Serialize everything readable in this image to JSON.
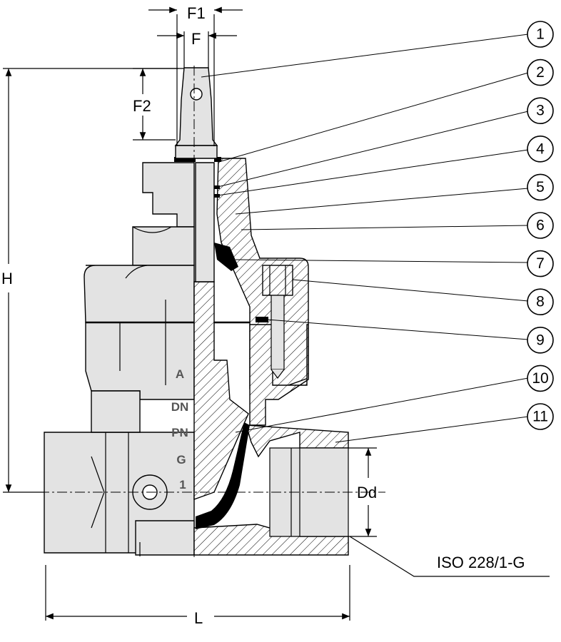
{
  "dimensions": {
    "f1": "F1",
    "f": "F",
    "f2": "F2",
    "h": "H",
    "dd": "Dd",
    "l": "L"
  },
  "callouts": [
    "1",
    "2",
    "3",
    "4",
    "5",
    "6",
    "7",
    "8",
    "9",
    "10",
    "11"
  ],
  "body_marks": {
    "logo": "A",
    "dn": "DN",
    "pn": "PN",
    "g": "G",
    "one": "1"
  },
  "thread_standard": "ISO 228/1-G",
  "colors": {
    "line": "#000000",
    "body_shade": "#e3e3e3",
    "seal": "#000000"
  }
}
